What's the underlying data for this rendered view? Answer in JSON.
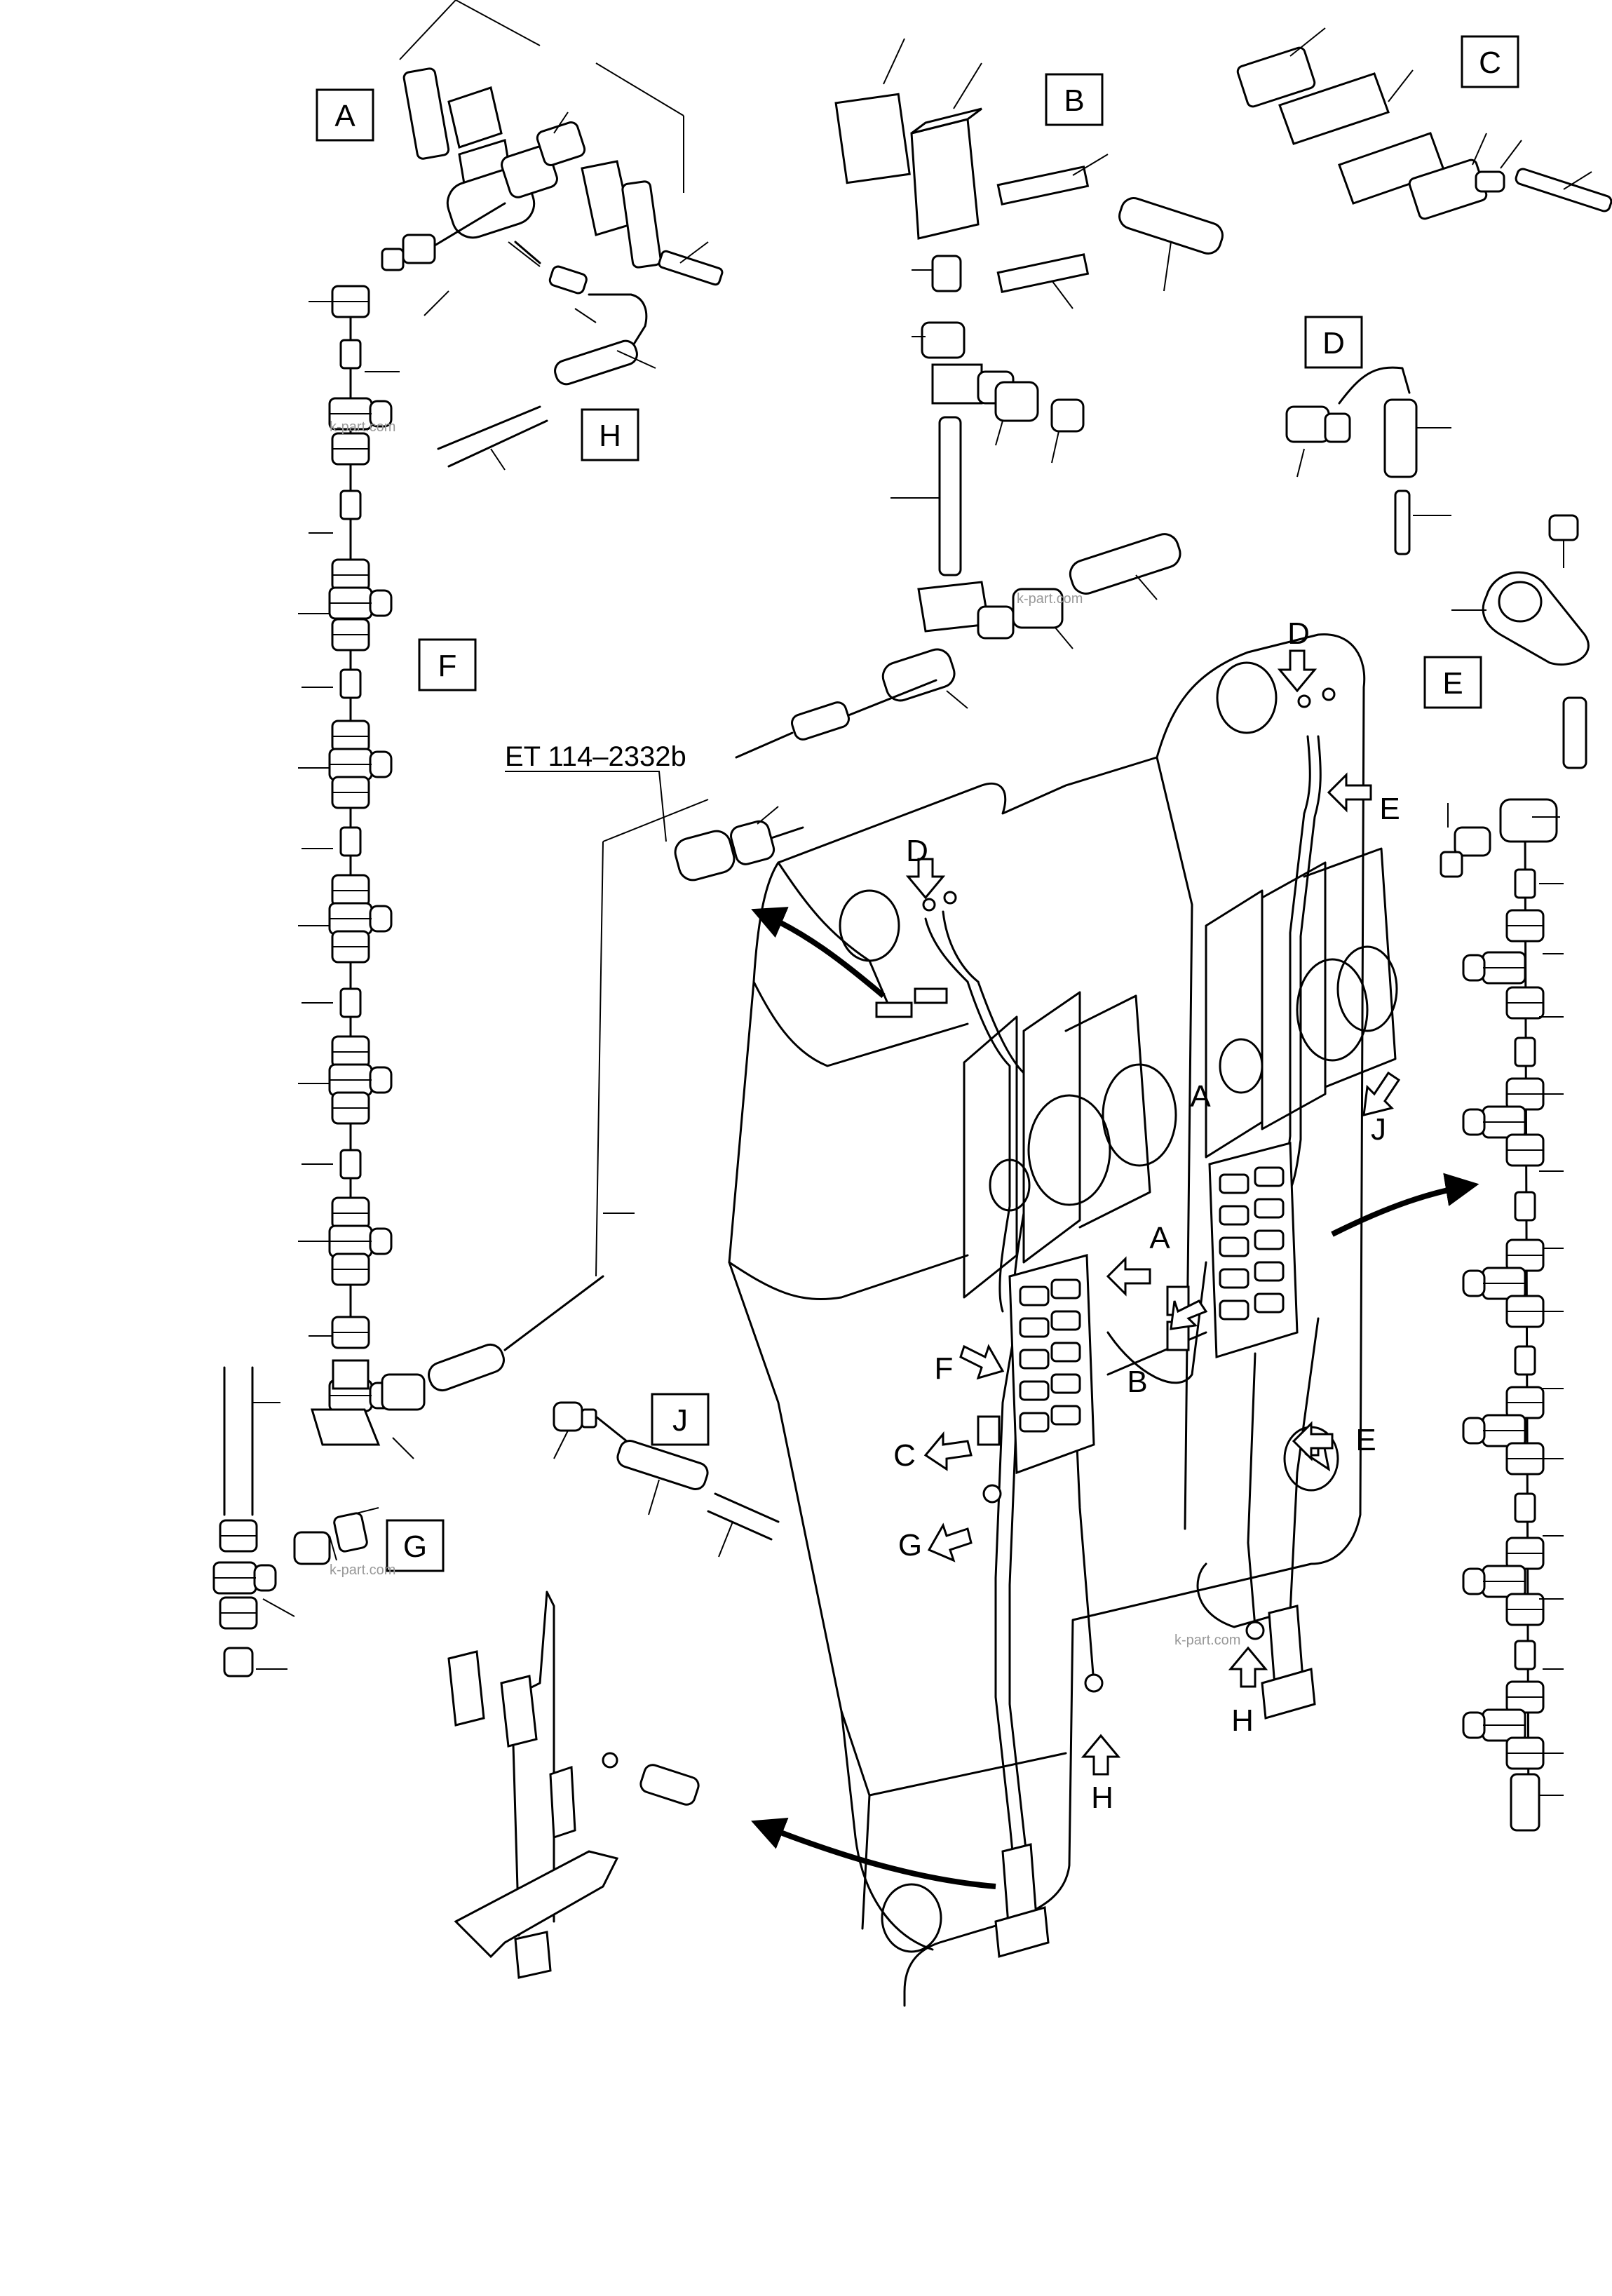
{
  "drawing": {
    "code": "ET 114–2332b",
    "watermark": "k-part.com"
  },
  "detail_boxes": [
    {
      "id": "A",
      "label": "A"
    },
    {
      "id": "B",
      "label": "B"
    },
    {
      "id": "C",
      "label": "C"
    },
    {
      "id": "D",
      "label": "D"
    },
    {
      "id": "E",
      "label": "E"
    },
    {
      "id": "F",
      "label": "F"
    },
    {
      "id": "G",
      "label": "G"
    },
    {
      "id": "H",
      "label": "H"
    },
    {
      "id": "J",
      "label": "J"
    }
  ],
  "callouts": [
    {
      "id": "d1",
      "label": "D"
    },
    {
      "id": "d2",
      "label": "D"
    },
    {
      "id": "e1",
      "label": "E"
    },
    {
      "id": "e2",
      "label": "E"
    },
    {
      "id": "j1",
      "label": "J"
    },
    {
      "id": "a1",
      "label": "A"
    },
    {
      "id": "a2",
      "label": "A"
    },
    {
      "id": "f1",
      "label": "F"
    },
    {
      "id": "b1",
      "label": "B"
    },
    {
      "id": "c1",
      "label": "C"
    },
    {
      "id": "g1",
      "label": "G"
    },
    {
      "id": "h1",
      "label": "H"
    },
    {
      "id": "h2",
      "label": "H"
    }
  ]
}
